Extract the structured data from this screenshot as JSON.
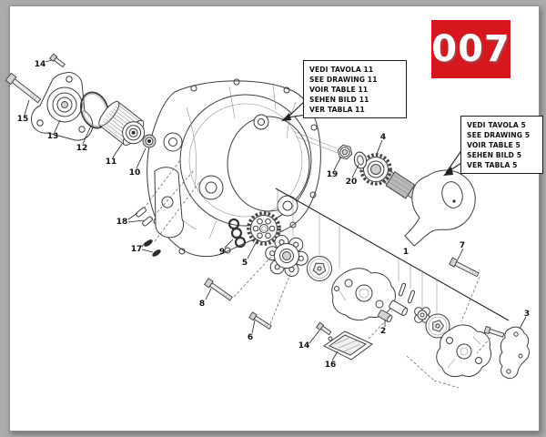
{
  "badge": {
    "text": "007"
  },
  "colors": {
    "badge_red": "#d8161d",
    "paper": "#ffffff",
    "backdrop": "#ababab",
    "line_art": "#3d3d3d"
  },
  "callouts": [
    {
      "lines": [
        "VEDI TAVOLA 11",
        "SEE DRAWING 11",
        "VOIR TABLE 11",
        "SEHEN BILD 11",
        "VER TABLA 11"
      ]
    },
    {
      "lines": [
        "VEDI TAVOLA 5",
        "SEE DRAWING 5",
        "VOIR TABLE 5",
        "SEHEN BILD 5",
        "VER TABLA 5"
      ]
    }
  ],
  "parts": [
    {
      "label": "14",
      "name": "cover-flange-bolt"
    },
    {
      "label": "15",
      "name": "long-cover-bolt"
    },
    {
      "label": "13",
      "name": "oil-filter-cover"
    },
    {
      "label": "12",
      "name": "cover-o-ring"
    },
    {
      "label": "11",
      "name": "oil-filter-cartridge"
    },
    {
      "label": "10",
      "name": "filter-fitting"
    },
    {
      "label": "18",
      "name": "dowel-pins"
    },
    {
      "label": "17",
      "name": "seal-rings"
    },
    {
      "label": "9",
      "name": "ring-set"
    },
    {
      "label": "5",
      "name": "pump-sprocket"
    },
    {
      "label": "8",
      "name": "pump-bolt-long"
    },
    {
      "label": "6",
      "name": "pump-bolt-short"
    },
    {
      "label": "14",
      "name": "strainer-bolt"
    },
    {
      "label": "16",
      "name": "oil-strainer-frame"
    },
    {
      "label": "2",
      "name": "bushing"
    },
    {
      "label": "1",
      "name": "oil-pump-assembly"
    },
    {
      "label": "7",
      "name": "cover-screw"
    },
    {
      "label": "3",
      "name": "pump-gasket"
    },
    {
      "label": "19",
      "name": "crank-nut"
    },
    {
      "label": "20",
      "name": "crank-washer"
    },
    {
      "label": "4",
      "name": "crank-drive-gear"
    }
  ]
}
